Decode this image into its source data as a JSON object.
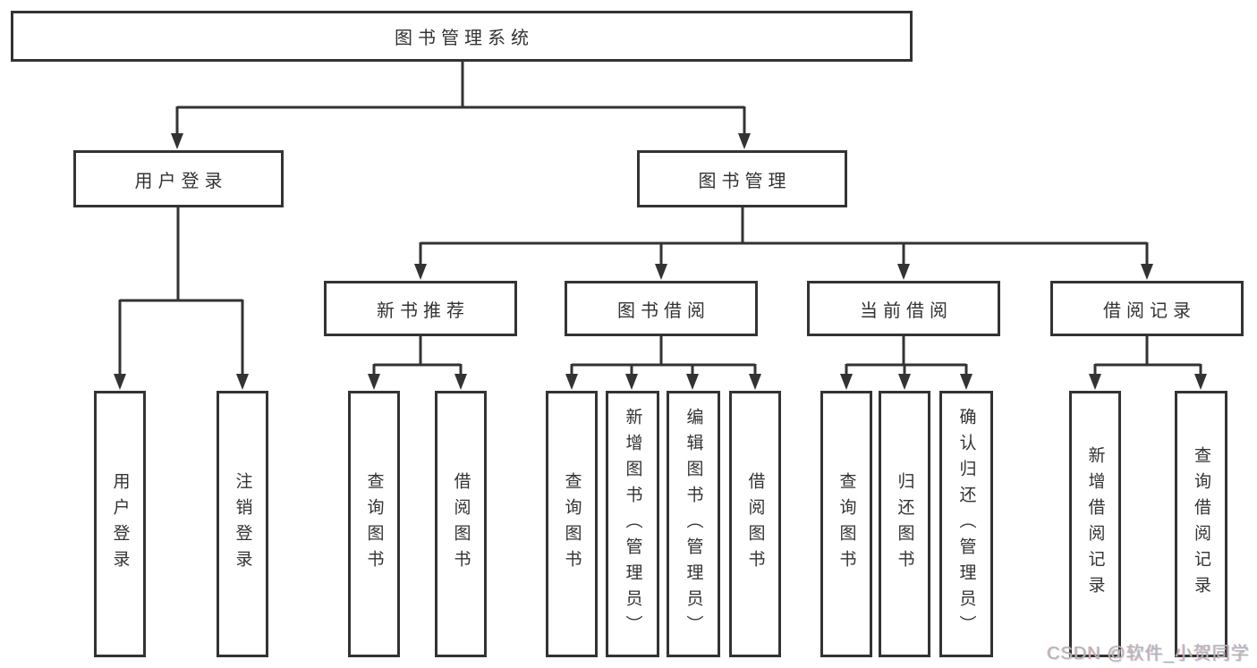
{
  "tree": {
    "root": "图书管理系统",
    "children": [
      {
        "label": "用户登录",
        "children": [
          "用户登录",
          "注销登录"
        ]
      },
      {
        "label": "图书管理",
        "children": [
          {
            "label": "新书推荐",
            "children": [
              "查询图书",
              "借阅图书"
            ]
          },
          {
            "label": "图书借阅",
            "children": [
              "查询图书",
              "新增图书（管理员）",
              "编辑图书（管理员）",
              "借阅图书"
            ]
          },
          {
            "label": "当前借阅",
            "children": [
              "查询图书",
              "归还图书",
              "确认归还（管理员）"
            ]
          },
          {
            "label": "借阅记录",
            "children": [
              "新增借阅记录",
              "查询借阅记录"
            ]
          }
        ]
      }
    ]
  },
  "watermark": "CSDN @软件_小贺同学",
  "colors": {
    "line": "#333333",
    "text": "#333333",
    "watermark": "#b5b5b5"
  }
}
